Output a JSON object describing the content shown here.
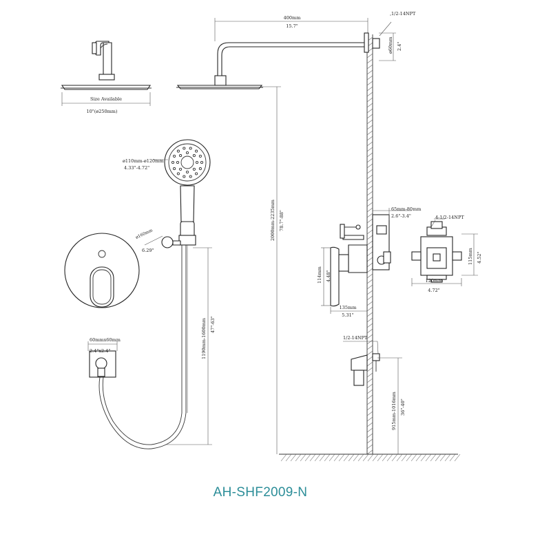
{
  "colors": {
    "model": "#2b8d98",
    "line": "#333333"
  },
  "labels": {
    "size_available": "Size Available",
    "head_size": "10\"(ø250mm)",
    "hand_diam_mm": "ø110mm-ø120mm",
    "hand_diam_in": "4.33\"-4.72\"",
    "hook_mm": "ø160mm",
    "hook_in": "6.29\"",
    "wall_mm": "60mmx60mm",
    "wall_in": "2.4\"x2.4\"",
    "hose_mm": "1190mm-1600mm",
    "hose_in": "47\"-63\"",
    "height_mm": "2000mm-2235mm",
    "height_in": "78.7\"-88\"",
    "arm_mm": "400mm",
    "arm_in": "15.7\"",
    "npt_top": "1/2-14NPT",
    "flange_mm": "ø60mm",
    "flange_in": "2.4\"",
    "depth_mm": "65mm-80mm",
    "depth_in": "2.6\"-3.4\"",
    "handle_h_mm": "114mm",
    "handle_h_in": "4.48\"",
    "trim_w_mm": "135mm",
    "trim_w_in": "5.31\"",
    "npt_low": "1/2-14NPT",
    "outlet_h_mm": "915mm-1016mm",
    "outlet_h_in": "36\"-40\"",
    "valve_npt": "4-1/2-14NPT",
    "valve_h_mm": "115mm",
    "valve_h_in": "4.52\"",
    "valve_w_mm": "120mm",
    "valve_w_in": "4.72\""
  },
  "model": "AH-SHF2009-N"
}
